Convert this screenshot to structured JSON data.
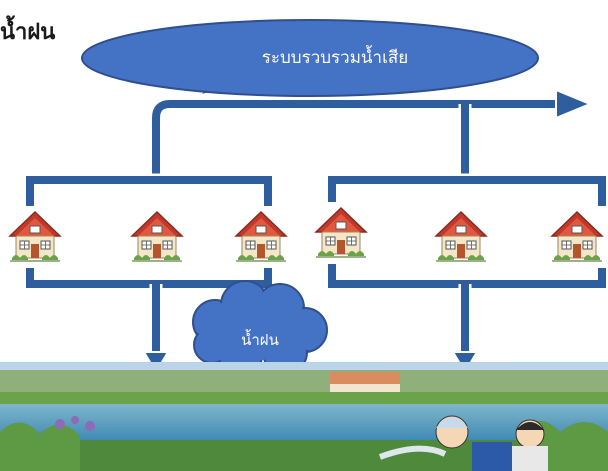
{
  "title": "น้ำฝน",
  "callout_label": "ระบบรวบรวมน้ำเสีย",
  "cloud_label": "น้ำฝน",
  "colors": {
    "pipe": "#2E5E9E",
    "pipe_outline": "#ffffff",
    "callout_fill": "#4472C4",
    "callout_stroke": "#2F4F8F",
    "roof": "#C0392B",
    "house_wall": "#F4E7C8",
    "water": "#3A86B4",
    "grass": "#6BA34A"
  },
  "houses": [
    {
      "id": "house-1",
      "icon": "house-icon"
    },
    {
      "id": "house-2",
      "icon": "house-icon"
    },
    {
      "id": "house-3",
      "icon": "house-icon"
    },
    {
      "id": "house-4",
      "icon": "house-icon"
    },
    {
      "id": "house-5",
      "icon": "house-icon"
    },
    {
      "id": "house-6",
      "icon": "house-icon"
    }
  ],
  "photo_icon": "canal-cartoon-scene"
}
